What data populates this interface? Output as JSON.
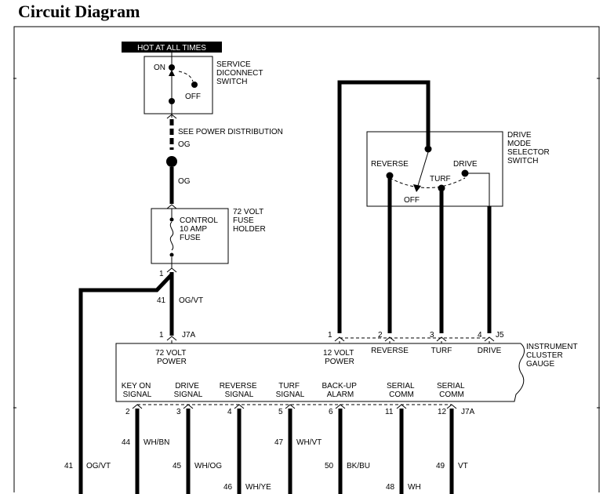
{
  "title": "Circuit Diagram",
  "hot_label": "HOT AT ALL TIMES",
  "disconnect_switch": {
    "on": "ON",
    "off": "OFF",
    "name_lines": [
      "SERVICE",
      "DICONNECT",
      "SWITCH"
    ]
  },
  "power_distribution": "SEE POWER DISTRIBUTION",
  "og_upper": "OG",
  "og_lower": "OG",
  "fuse": {
    "inner_lines": [
      "CONTROL",
      "10 AMP",
      "FUSE"
    ],
    "holder_lines": [
      "72 VOLT",
      "FUSE",
      "HOLDER"
    ],
    "pin": "1"
  },
  "wire_41_top": {
    "num": "41",
    "color": "OG/VT"
  },
  "j7a_top": {
    "pin": "1",
    "connector": "J7A"
  },
  "drive_switch": {
    "name_lines": [
      "DRIVE",
      "MODE",
      "SELECTOR",
      "SWITCH"
    ],
    "reverse": "REVERSE",
    "drive": "DRIVE",
    "turf": "TURF",
    "off": "OFF"
  },
  "j5": {
    "pins": [
      "1",
      "2",
      "3",
      "4"
    ],
    "connector": "J5"
  },
  "gauge": {
    "name_lines": [
      "INSTRUMENT",
      "CLUSTER",
      "GAUGE"
    ],
    "top_labels": [
      {
        "lines": [
          "72 VOLT",
          "POWER"
        ]
      },
      {
        "lines": [
          "12 VOLT",
          "POWER"
        ]
      },
      {
        "lines": [
          "REVERSE"
        ]
      },
      {
        "lines": [
          "TURF"
        ]
      },
      {
        "lines": [
          "DRIVE"
        ]
      }
    ],
    "bottom_labels": [
      {
        "lines": [
          "KEY ON",
          "SIGNAL"
        ]
      },
      {
        "lines": [
          "DRIVE",
          "SIGNAL"
        ]
      },
      {
        "lines": [
          "REVERSE",
          "SIGNAL"
        ]
      },
      {
        "lines": [
          "TURF",
          "SIGNAL"
        ]
      },
      {
        "lines": [
          "BACK-UP",
          "ALARM"
        ]
      },
      {
        "lines": [
          "SERIAL",
          "COMM"
        ]
      },
      {
        "lines": [
          "SERIAL",
          "COMM"
        ]
      }
    ]
  },
  "j7a_bottom": {
    "pins": [
      "2",
      "3",
      "4",
      "5",
      "6",
      "11",
      "12"
    ],
    "connector": "J7A"
  },
  "wires_bottom": [
    {
      "num": "41",
      "color": "OG/VT"
    },
    {
      "num": "44",
      "color": "WH/BN"
    },
    {
      "num": "45",
      "color": "WH/OG"
    },
    {
      "num": "46",
      "color": "WH/YE"
    },
    {
      "num": "47",
      "color": "WH/VT"
    },
    {
      "num": "50",
      "color": "BK/BU"
    },
    {
      "num": "48",
      "color": "WH"
    },
    {
      "num": "49",
      "color": "VT"
    }
  ]
}
